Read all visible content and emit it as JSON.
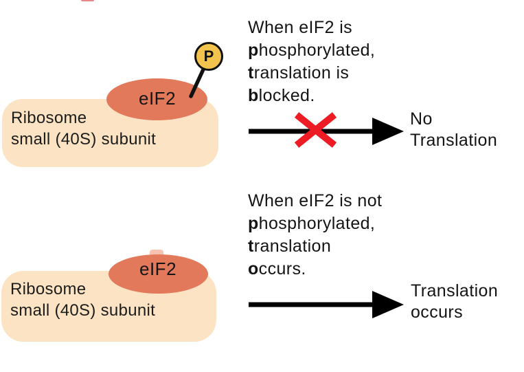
{
  "colors": {
    "background": "#ffffff",
    "ribosome_fill": "#fbe3c3",
    "eif2_fill": "#e3795b",
    "phosphate_fill": "#f3c44d",
    "phosphate_site_fill": "#f8c2b0",
    "outline_black": "#111111",
    "arrow_black": "#000000",
    "blocked_x_red": "#ed1c24",
    "top_edge_fragment_red": "#e8868a"
  },
  "top": {
    "ribosome_line1": "Ribosome",
    "ribosome_line2": "small (40S) subunit",
    "eif2_label": "eIF2",
    "phosphate_label": "P",
    "annotation": [
      "When eIF2 is",
      "phosphorylated,",
      "translation is",
      "blocked."
    ],
    "result": [
      "No",
      "Translation"
    ]
  },
  "bottom": {
    "ribosome_line1": "Ribosome",
    "ribosome_line2": "small (40S) subunit",
    "eif2_label": "eIF2",
    "annotation": [
      "When eIF2 is not",
      "phosphorylated,",
      "translation",
      "occurs."
    ],
    "result": [
      "Translation",
      "occurs"
    ]
  }
}
